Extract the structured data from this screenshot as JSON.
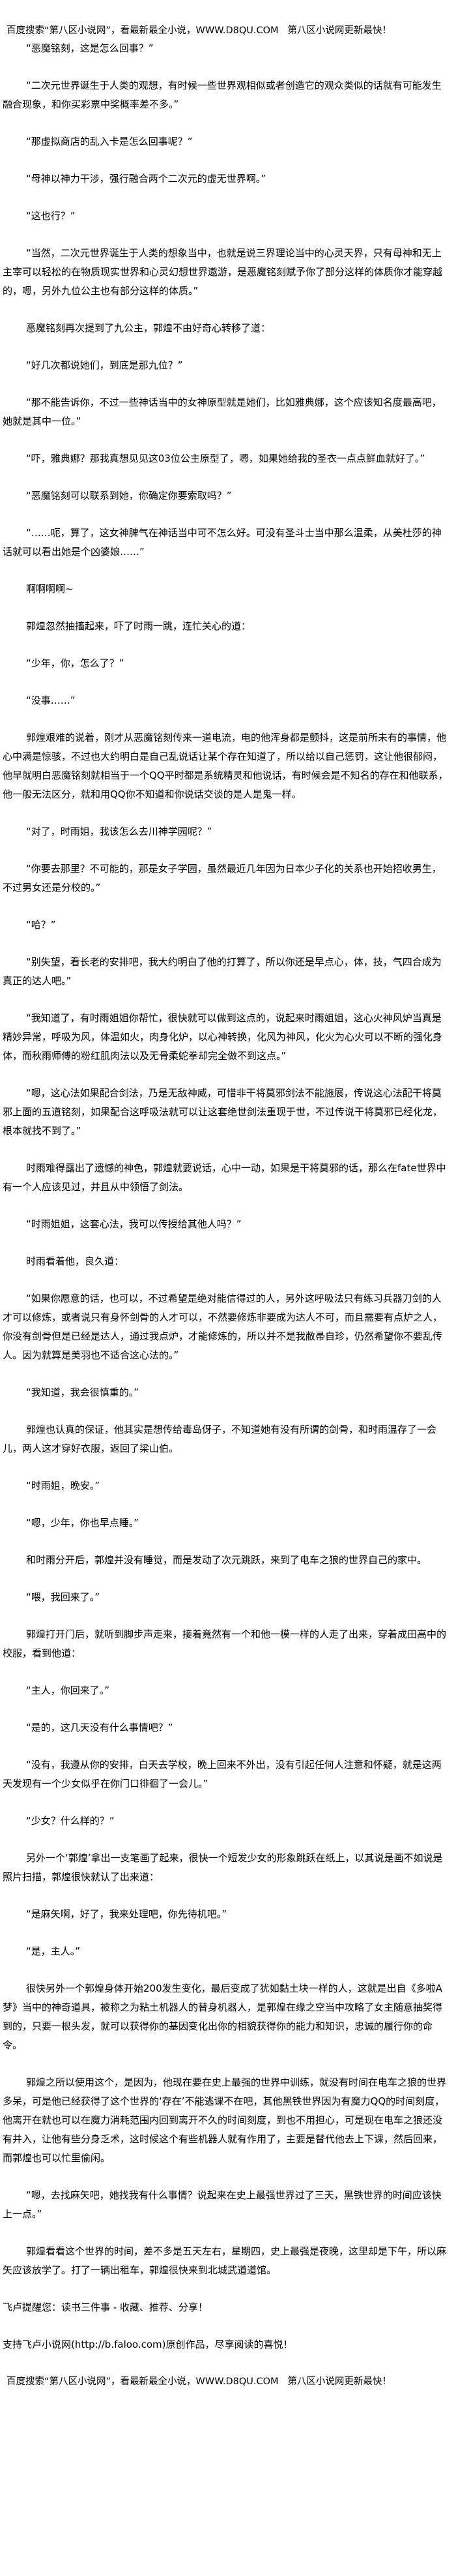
{
  "header_banner": "百度搜索“第八区小说网”，看最新最全小说，WWW.D8QU.COM   第八区小说网更新最快！",
  "paragraphs": [
    "“恶魔铭刻，这是怎么回事？”",
    "“二次元世界诞生于人类的观想，有时候一些世界观相似或者创造它的观众类似的话就有可能发生融合现象，和你买彩票中奖概率差不多。”",
    "“那虚拟商店的乱入卡是怎么回事呢？”",
    "“母神以神力干涉，强行融合两个二次元的虚无世界啊。”",
    "“这也行？”",
    "“当然，二次元世界诞生于人类的想象当中，也就是说三界理论当中的心灵天界，只有母神和无上主宰可以轻松的在物质现实世界和心灵幻想世界遨游，是恶魔铭刻赋予你了部分这样的体质你才能穿越的，嗯，另外九位公主也有部分这样的体质。”",
    "恶魔铭刻再次提到了九公主，郭煌不由好奇心转移了道：",
    "“好几次都说她们，到底是那九位？”",
    "“那不能告诉你，不过一些神话当中的女神原型就是她们，比如雅典娜，这个应该知名度最高吧，她就是其中一位。”",
    "“吓，雅典娜？那我真想见见这03位公主原型了，嗯，如果她给我的圣衣一点点鲜血就好了。”",
    "“恶魔铭刻可以联系到她，你确定你要索取吗？”",
    "“……呃，算了，这女神脾气在神话当中可不怎么好。可没有圣斗士当中那么温柔，从美杜莎的神话就可以看出她是个凶婆娘……”",
    "啊啊啊啊~",
    "郭煌忽然抽搐起来，吓了时雨一跳，连忙关心的道：",
    "“少年，你，怎么了？”",
    "“没事……”",
    "郭煌艰难的说着，刚才从恶魔铭刻传来一道电流，电的他浑身都是颤抖，这是前所未有的事情，他心中满是惊骇，不过也大约明白是自己乱说话让某个存在知道了，所以给以自己惩罚，这让他很郁闷，他早就明白恶魔铭刻就相当于一个QQ平时都是系统精灵和他说话，有时候会是不知名的存在和他联系，他一般无法区分，就和用QQ你不知道和你说话交谈的是人是鬼一样。",
    "“对了，时雨姐，我该怎么去川神学园呢？”",
    "“你要去那里？不可能的，那是女子学园，虽然最近几年因为日本少子化的关系也开始招收男生，不过男女还是分校的。”",
    "“哈？”",
    "“别失望，看长老的安排吧，我大约明白了他的打算了，所以你还是早点心，体，技，气四合成为真正的达人吧。”",
    "“我知道了，有时雨姐姐你帮忙，很快就可以做到这点的，说起来时雨姐姐，这心火神风炉当真是精妙异常，呼吸为风，体温如火，肉身化炉，以心神转换，化风为神风，化火为心火可以不断的强化身体，而秋雨师傅的粉红肌肉法以及无骨柔蛇拳却完全做不到这点。”",
    "“嗯，这心法如果配合剑法，乃是无敌神威，可惜非干将莫邪剑法不能施展，传说这心法配干将莫邪上面的五道铭刻，如果配合这呼吸法就可以让这套绝世剑法重现于世，不过传说干将莫邪已经化龙，根本就找不到了。”",
    "时雨难得露出了遗憾的神色，郭煌就要说话，心中一动，如果是干将莫邪的话，那么在fate世界中有一个人应该见过，并且从中领悟了剑法。",
    "“时雨姐姐，这套心法，我可以传授给其他人吗？”",
    "时雨看着他，良久道：",
    "“如果你愿意的话，也可以，不过希望是绝对能信得过的人，另外这呼吸法只有练习兵器刀剑的人才可以修炼，或者说只有身怀剑骨的人才可以，不然要修炼非要成为达人不可，而且需要有点炉之人，你没有剑骨但是已经是达人，通过我点炉，才能修炼的，所以并不是我敝帚自珍，仍然希望你不要乱传人。因为就算是美羽也不适合这心法的。”",
    "“我知道，我会很慎重的。”",
    "郭煌也认真的保证，他其实是想传给毒岛伢子，不知道她有没有所谓的剑骨，和时雨温存了一会儿，两人这才穿好衣服，返回了梁山伯。",
    "“时雨姐，晚安。”",
    "“嗯，少年，你也早点睡。”",
    "和时雨分开后，郭煌并没有睡觉，而是发动了次元跳跃，来到了电车之狼的世界自己的家中。",
    "“喂，我回来了。”",
    "郭煌打开门后，就听到脚步声走来，接着竟然有一个和他一模一样的人走了出来，穿着成田高中的校服，看到他道：",
    "“主人，你回来了。”",
    "“是的，这几天没有什么事情吧？”",
    "“没有，我遵从你的安排，白天去学校，晚上回来不外出，没有引起任何人注意和怀疑，就是这两天发现有一个少女似乎在你门口徘徊了一会儿。”",
    "“少女？什么样的？”",
    "另外一个‘郭煌’拿出一支笔画了起来，很快一个短发少女的形象跳跃在纸上，以其说是画不如说是照片扫描，郭煌很快就认了出来道：",
    "“是麻矢啊，好了，我来处理吧，你先待机吧。”",
    "“是，主人。”",
    "很快另外一个郭煌身体开始200发生变化，最后变成了犹如黏土块一样的人，这就是出自《多啦A梦》当中的神奇道具，被称之为粘土机器人的替身机器人，是郭煌在缘之空当中攻略了女主随意抽奖得到的，只要一根头发，就可以获得你的基因变化出你的相貌获得你的能力和知识，忠诚的履行你的命令。",
    "郭煌之所以使用这个，是因为，他现在要在史上最强的世界中训练，就没有时间在电车之狼的世界多呆，可是他已经获得了这个世界的‘存在’不能逃课不在吧，其他黑铁世界因为有魔力QQ的时间刻度，他离开在就也可以在魔力消耗范围内回到离开不久的时间刻度，到也不用担心，可是现在电车之狼还没有并入，让他有些分身乏术，这时候这个有些机器人就有作用了，主要是替代他去上下课，然后回来，而郭煌也可以忙里偷闲。",
    "“嗯，去找麻矢吧，她找我有什么事情？说起来在史上最强世界过了三天，黑铁世界的时间应该快上一点。”",
    "郭煌看看这个世界的时间，差不多是五天左右，星期四，史上最强是夜晚，这里却是下午，所以麻矢应该放学了。打了一辆出租车，郭煌很快来到北城武道道馆。"
  ],
  "footer": {
    "reminder": "飞卢提醒您：读书三件事 - 收藏、推荐、分享！",
    "support": "支持飞卢小说网(http://b.faloo.com)原创作品，尽享阅读的喜悦！",
    "banner": "百度搜索“第八区小说网”，看最新最全小说，WWW.D8QU.COM   第八区小说网更新最快！"
  }
}
